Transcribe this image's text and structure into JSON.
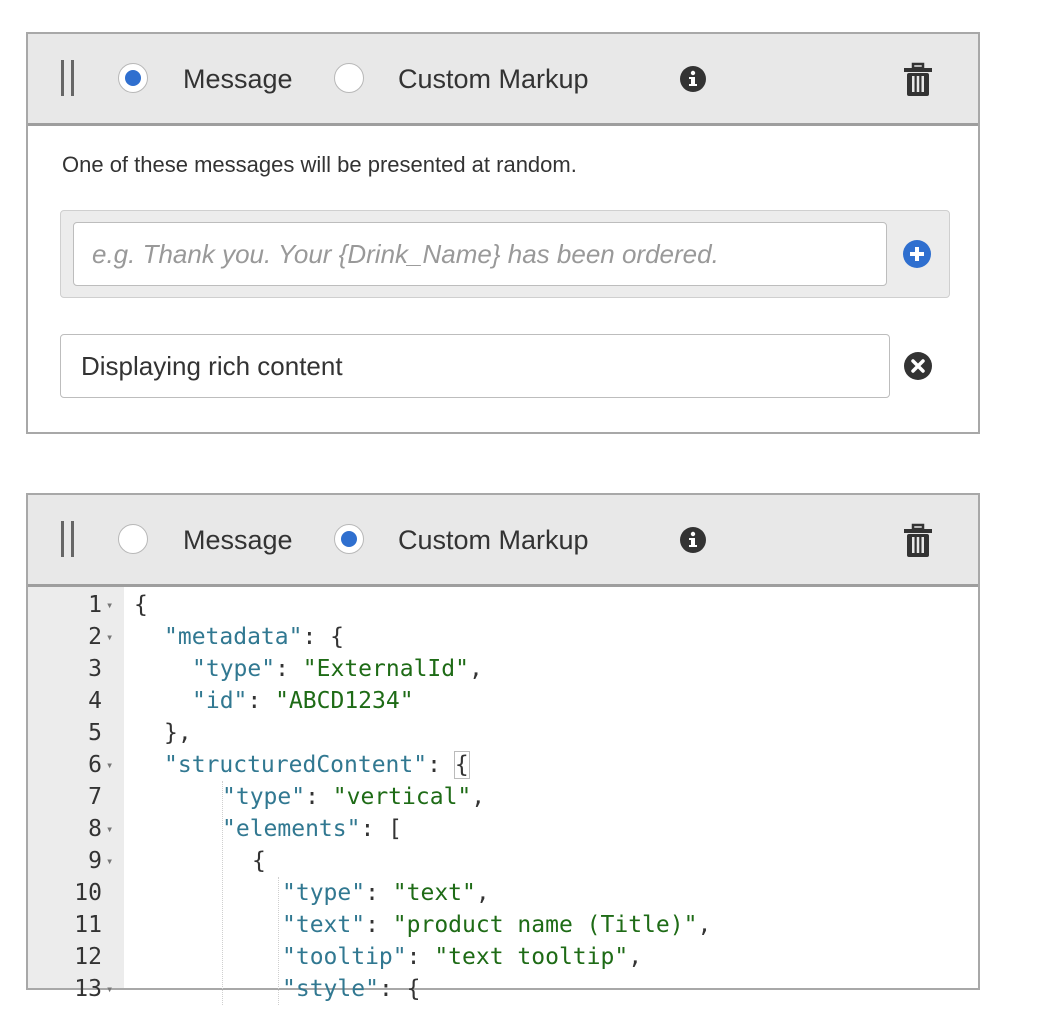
{
  "colors": {
    "accent": "#2f6fcf",
    "header_bg": "#e8e8e8",
    "json_key": "#317891",
    "json_string": "#1e6b16"
  },
  "panel1": {
    "radio_message_label": "Message",
    "radio_custom_markup_label": "Custom Markup",
    "selected": "Message",
    "intro_text": "One of these messages will be presented at random.",
    "input_placeholder": "e.g. Thank you. Your {Drink_Name} has been ordered.",
    "input_value": "",
    "message_item": "Displaying rich content"
  },
  "panel2": {
    "radio_message_label": "Message",
    "radio_custom_markup_label": "Custom Markup",
    "selected": "Custom Markup",
    "code_lines": [
      {
        "n": "1",
        "fold": true,
        "indent": 0,
        "tokens": [
          [
            "p",
            "{"
          ]
        ]
      },
      {
        "n": "2",
        "fold": true,
        "indent": 1,
        "tokens": [
          [
            "k",
            "\"metadata\""
          ],
          [
            "p",
            ": {"
          ]
        ]
      },
      {
        "n": "3",
        "fold": false,
        "indent": 2,
        "tokens": [
          [
            "k",
            "\"type\""
          ],
          [
            "p",
            ": "
          ],
          [
            "s",
            "\"ExternalId\""
          ],
          [
            "p",
            ","
          ]
        ]
      },
      {
        "n": "4",
        "fold": false,
        "indent": 2,
        "tokens": [
          [
            "k",
            "\"id\""
          ],
          [
            "p",
            ": "
          ],
          [
            "s",
            "\"ABCD1234\""
          ]
        ]
      },
      {
        "n": "5",
        "fold": false,
        "indent": 1,
        "tokens": [
          [
            "p",
            "},"
          ]
        ]
      },
      {
        "n": "6",
        "fold": true,
        "indent": 1,
        "tokens": [
          [
            "k",
            "\"structuredContent\""
          ],
          [
            "p",
            ": "
          ],
          [
            "b",
            "{"
          ]
        ]
      },
      {
        "n": "7",
        "fold": false,
        "indent": 3,
        "tokens": [
          [
            "k",
            "\"type\""
          ],
          [
            "p",
            ": "
          ],
          [
            "s",
            "\"vertical\""
          ],
          [
            "p",
            ","
          ]
        ]
      },
      {
        "n": "8",
        "fold": true,
        "indent": 3,
        "tokens": [
          [
            "k",
            "\"elements\""
          ],
          [
            "p",
            ": ["
          ]
        ]
      },
      {
        "n": "9",
        "fold": true,
        "indent": 4,
        "tokens": [
          [
            "p",
            "{"
          ]
        ]
      },
      {
        "n": "10",
        "fold": false,
        "indent": 5,
        "tokens": [
          [
            "k",
            "\"type\""
          ],
          [
            "p",
            ": "
          ],
          [
            "s",
            "\"text\""
          ],
          [
            "p",
            ","
          ]
        ]
      },
      {
        "n": "11",
        "fold": false,
        "indent": 5,
        "tokens": [
          [
            "k",
            "\"text\""
          ],
          [
            "p",
            ": "
          ],
          [
            "s",
            "\"product name (Title)\""
          ],
          [
            "p",
            ","
          ]
        ]
      },
      {
        "n": "12",
        "fold": false,
        "indent": 5,
        "tokens": [
          [
            "k",
            "\"tooltip\""
          ],
          [
            "p",
            ": "
          ],
          [
            "s",
            "\"text tooltip\""
          ],
          [
            "p",
            ","
          ]
        ]
      },
      {
        "n": "13",
        "fold": true,
        "indent": 5,
        "tokens": [
          [
            "k",
            "\"style\""
          ],
          [
            "p",
            ": {"
          ]
        ]
      }
    ]
  }
}
